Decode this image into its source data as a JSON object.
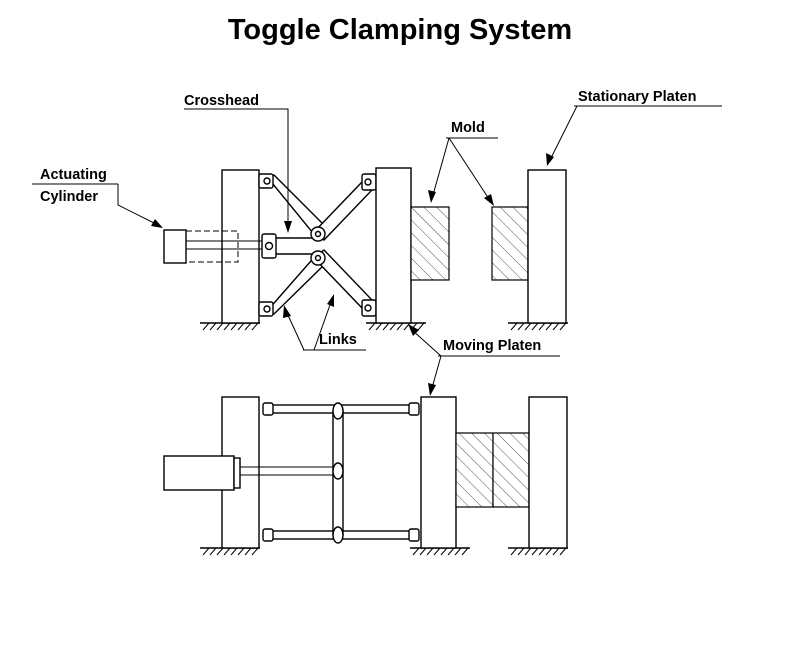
{
  "title": "Toggle Clamping System",
  "labels": {
    "crosshead": "Crosshead",
    "actuating_line1": "Actuating",
    "actuating_line2": "Cylinder",
    "mold": "Mold",
    "stationary_platen": "Stationary Platen",
    "links": "Links",
    "moving_platen": "Moving Platen"
  }
}
